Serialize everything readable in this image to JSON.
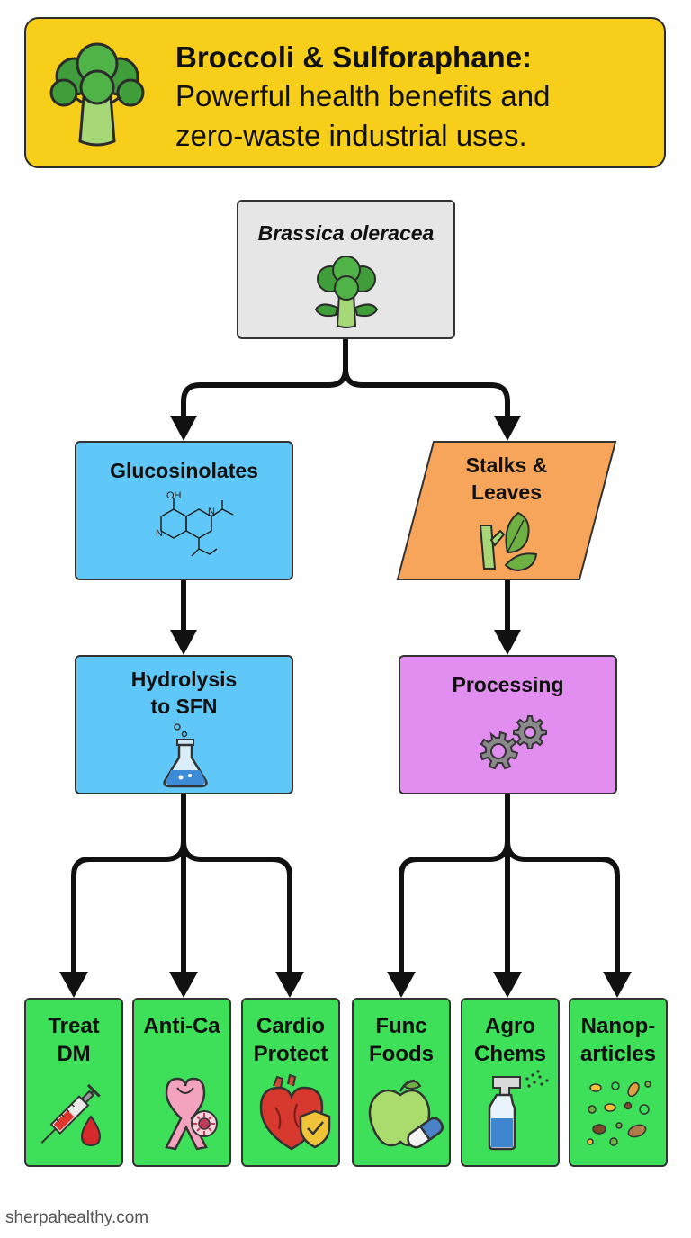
{
  "header": {
    "title": "Broccoli & Sulforaphane:",
    "subtitle_line1": "Powerful health benefits and",
    "subtitle_line2": "zero-waste industrial uses."
  },
  "source": {
    "label": "Brassica oleracea"
  },
  "left_branch": {
    "glucosinolates": {
      "label": "Glucosinolates",
      "structure_oh": "OH",
      "structure_n1": "N",
      "structure_n2": "N"
    },
    "hydrolysis": {
      "line1": "Hydrolysis",
      "line2": "to SFN"
    }
  },
  "right_branch": {
    "stalks": {
      "line1": "Stalks &",
      "line2": "Leaves"
    },
    "processing": {
      "label": "Processing"
    }
  },
  "outcomes": [
    {
      "line1": "Treat",
      "line2": "DM"
    },
    {
      "line1": "Anti-Ca",
      "line2": ""
    },
    {
      "line1": "Cardio",
      "line2": "Protect"
    },
    {
      "line1": "Func",
      "line2": "Foods"
    },
    {
      "line1": "Agro",
      "line2": "Chems"
    },
    {
      "line1": "Nanop-",
      "line2": "articles"
    }
  ],
  "colors": {
    "header": "#f7cf1b",
    "source": "#e6e6e6",
    "blue": "#5fc8f8",
    "orange": "#f6a55a",
    "purple": "#e28ef0",
    "green": "#3ee05a"
  },
  "icons": [
    "broccoli-icon",
    "molecule-icon",
    "stalk-leaf-icon",
    "flask-icon",
    "gears-icon",
    "syringe-icon",
    "ribbon-icon",
    "heart-shield-icon",
    "apple-pill-icon",
    "spray-bottle-icon",
    "nanoparticles-icon"
  ],
  "footer": {
    "watermark": "sherpahealthy.com"
  }
}
